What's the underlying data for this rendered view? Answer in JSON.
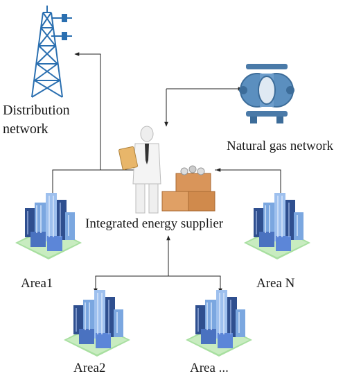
{
  "labels": {
    "distribution_line1": "Distribution",
    "distribution_line2": "network",
    "gas_network": "Natural gas network",
    "supplier": "Integrated energy supplier",
    "area1": "Area1",
    "area2": "Area2",
    "area_more": "Area ...",
    "area_n": "Area N"
  },
  "nodes": [
    {
      "id": "distribution-network",
      "icon": "transmission-tower-icon"
    },
    {
      "id": "natural-gas-network",
      "icon": "gas-pump-icon"
    },
    {
      "id": "integrated-energy-supplier",
      "icon": "businessman-with-boxes-icon"
    },
    {
      "id": "area1",
      "icon": "city-block-icon"
    },
    {
      "id": "area2",
      "icon": "city-block-icon"
    },
    {
      "id": "area-more",
      "icon": "city-block-icon"
    },
    {
      "id": "area-n",
      "icon": "city-block-icon"
    }
  ],
  "colors": {
    "tower": "#2a6fb0",
    "pump_body": "#5b8fbf",
    "building_blue": "#7ba7e0",
    "building_dark": "#2f4f8f",
    "ground": "#a8dfa0",
    "box": "#d9955a",
    "arrow": "#222222"
  }
}
